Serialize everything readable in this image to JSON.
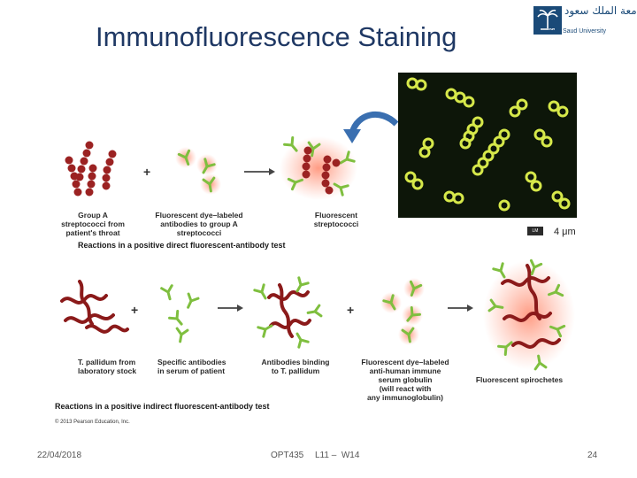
{
  "slide": {
    "title": "Immunofluorescence Staining",
    "date": "22/04/2018",
    "course": "OPT435",
    "lecture": "L11 –  W14",
    "page_number": "24"
  },
  "logo": {
    "arabic": "جامعة الملك سعود",
    "english": "King Saud University"
  },
  "figure": {
    "direct": {
      "label_streptococci": "Group A\nstreptococci from\npatient's throat",
      "label_antibodies": "Fluorescent dye–labeled\nantibodies to group A\nstreptococci",
      "label_result": "Fluorescent\nstreptococci",
      "caption": "Reactions in a positive direct fluorescent-antibody test"
    },
    "indirect": {
      "label_pallidum": "T. pallidum from\nlaboratory stock",
      "label_specific": "Specific antibodies\nin serum of patient",
      "label_binding": "Antibodies binding\nto T. pallidum",
      "label_antihuman": "Fluorescent dye–labeled\nanti-human immune\nserum globulin\n(will react with\nany immunoglobulin)",
      "label_result": "Fluorescent spirochetes",
      "caption": "Reactions in a positive indirect fluorescent-antibody test"
    },
    "plus_sign": "+",
    "credit": "© 2013 Pearson Education, Inc.",
    "scale_badge": "LM",
    "scale_label": "4 μm"
  },
  "colors": {
    "title": "#1f3864",
    "bacteria": "#8b1a1a",
    "antibody": "#7fbf3f",
    "glow": "#ff8a70",
    "arrow_blue": "#3a6fb0"
  }
}
